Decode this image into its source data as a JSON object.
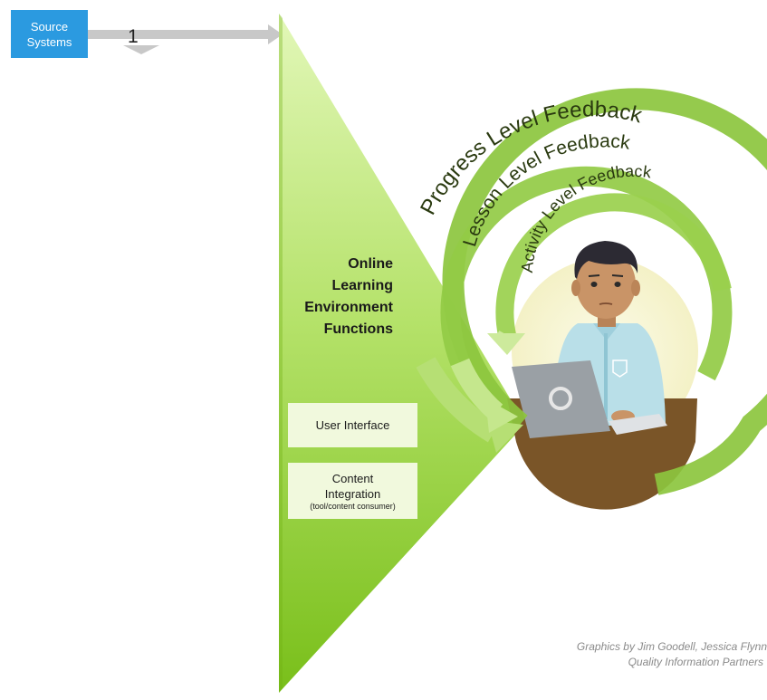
{
  "source_systems": {
    "line1": "Source",
    "line2": "Systems"
  },
  "flow_number": "1",
  "panel": {
    "title_lines": [
      "Online",
      "Learning",
      "Environment",
      "Functions"
    ],
    "functions": {
      "user_interface": "User Interface",
      "content_integration": {
        "line1": "Content",
        "line2": "Integration",
        "sub": "(tool/content consumer)"
      }
    }
  },
  "feedback_loops": {
    "progress": "Progress Level Feedback",
    "lesson": "Lesson Level Feedback",
    "activity": "Activity Level Feedback"
  },
  "credits": {
    "line1": "Graphics by Jim Goodell, Jessica Flynn",
    "line2": "Quality Information Partners"
  },
  "colors": {
    "source_box": "#2b9ae0",
    "connector_arrow": "#c8c8c8",
    "panel_top": "#d9f4a6",
    "panel_bottom": "#7ec21a",
    "loop_green": "#8cc63e",
    "function_box": "#f1f9dd"
  }
}
